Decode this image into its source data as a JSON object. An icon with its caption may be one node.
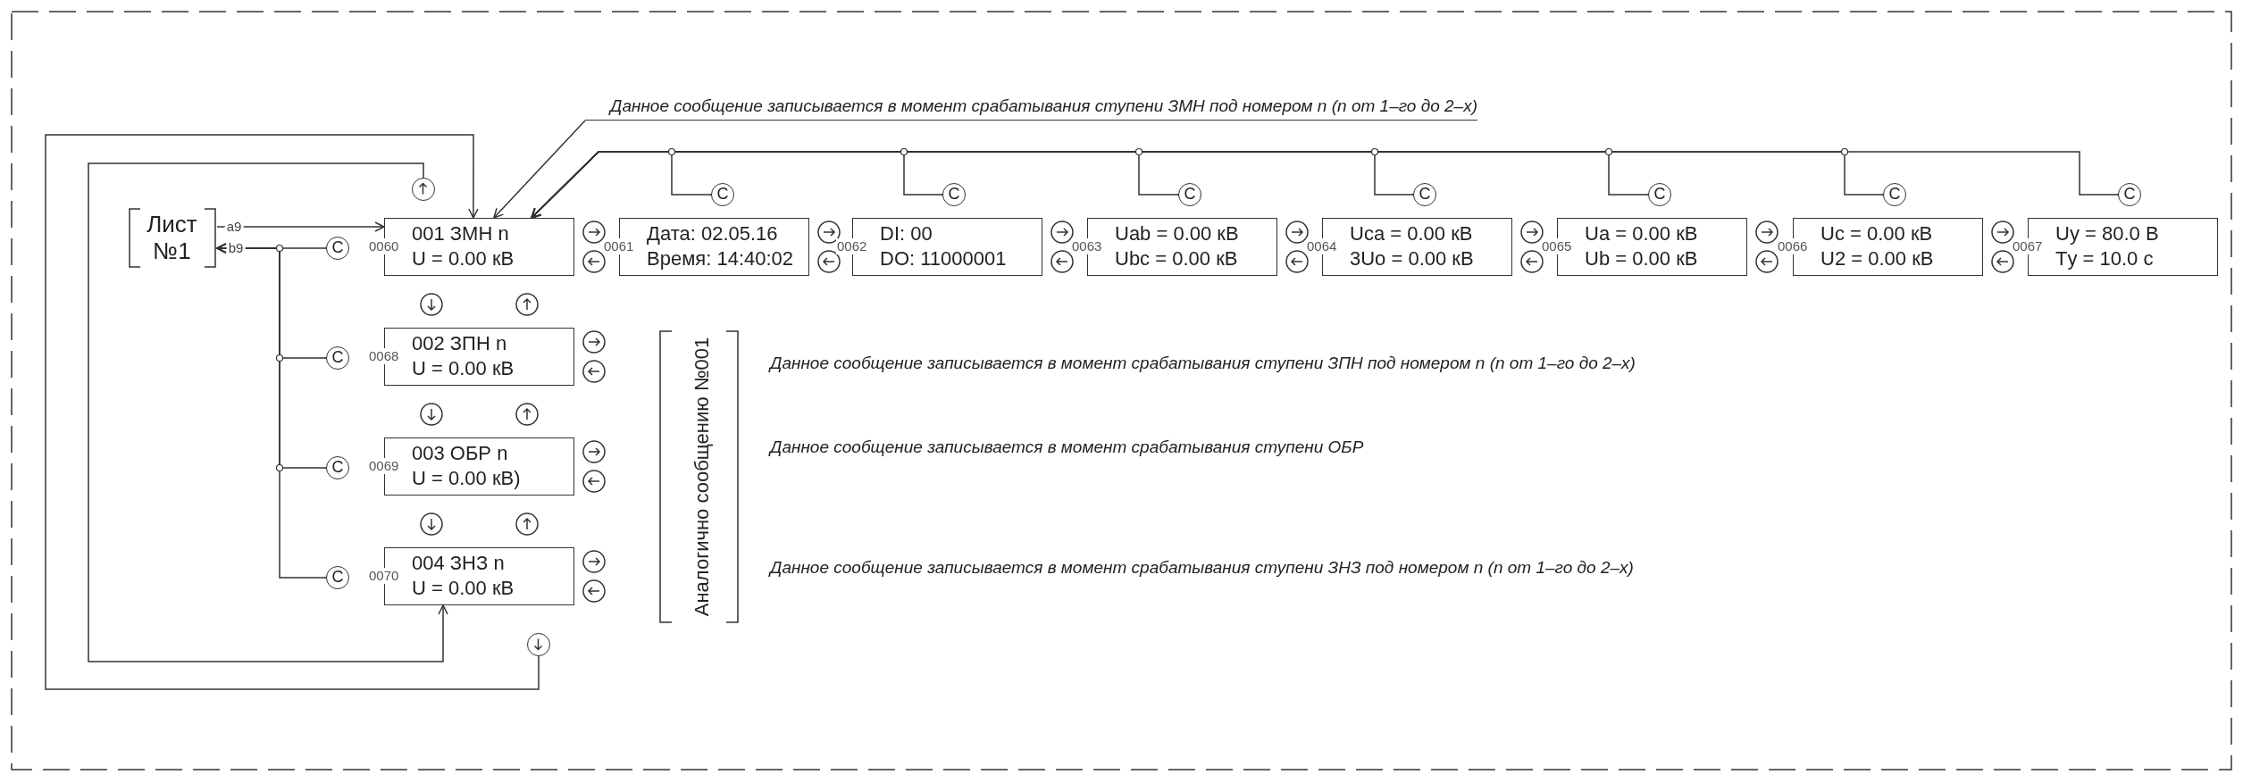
{
  "diagram": {
    "nodes": [
      {
        "text": [
          "Данное сообщение записывается в момент срабатывания ступени ЗМН под номером n (n от 1–го до 2–х)"
        ]
      },
      {
        "text": [],
        "shape": "circle"
      },
      {
        "text": [
          "C"
        ]
      },
      {
        "text": [
          "C"
        ]
      },
      {
        "text": [
          "C"
        ]
      },
      {
        "text": [
          "C"
        ]
      },
      {
        "text": [
          "C"
        ]
      },
      {
        "text": [
          "C"
        ]
      },
      {
        "text": [
          "C"
        ]
      },
      {
        "text": [
          "Лист №1"
        ]
      },
      {
        "text": [
          "C"
        ]
      },
      {
        "text": [
          "001 ЗМН n",
          "U = 0.00 кВ"
        ],
        "beside": [
          "0060"
        ]
      },
      {
        "text": [
          "Дата: 02.05.16",
          "Время: 14:40:02"
        ],
        "beside": [
          "0061"
        ]
      },
      {
        "text": [
          "DI: 00",
          "DO: 11000001"
        ],
        "beside": [
          "0062"
        ]
      },
      {
        "text": [
          "Uab = 0.00 кВ",
          "Ubc = 0.00 кВ"
        ],
        "beside": [
          "0063"
        ]
      },
      {
        "text": [
          "Uca = 0.00 кВ",
          "3Uo = 0.00 кВ"
        ],
        "beside": [
          "0064"
        ]
      },
      {
        "text": [
          "Ua = 0.00 кВ",
          "Ub = 0.00 кВ"
        ],
        "beside": [
          "0065"
        ]
      },
      {
        "text": [
          "Uc = 0.00 кВ",
          "U2 = 0.00 кВ"
        ],
        "beside": [
          "0066"
        ]
      },
      {
        "text": [
          "Uу = 80.0 В",
          "Tу = 10.0 с"
        ],
        "beside": [
          "0067"
        ]
      },
      {
        "text": [
          "C"
        ]
      },
      {
        "text": [
          "002 ЗПН n",
          "U = 0.00 кВ"
        ],
        "beside": [
          "0068"
        ]
      },
      {
        "text": [
          "C"
        ]
      },
      {
        "text": [
          "003 ОБР n",
          "U = 0.00 кВ)"
        ],
        "beside": [
          "0069"
        ]
      },
      {
        "text": [
          "C"
        ]
      },
      {
        "text": [
          "004 ЗНЗ n",
          "U = 0.00 кВ"
        ],
        "beside": [
          "0070"
        ]
      },
      {
        "text": [],
        "shape": "circle"
      }
    ],
    "edges": [
      {
        "from": 0,
        "to": 11,
        "arrow": "to"
      },
      {
        "from": 1,
        "to": 24,
        "arrow": "to"
      },
      {
        "from": 2,
        "to": 11,
        "arrow": "to"
      },
      {
        "from": 3,
        "to": 11,
        "arrow": "to"
      },
      {
        "from": 4,
        "to": 11,
        "arrow": "to"
      },
      {
        "from": 5,
        "to": 11,
        "arrow": "to"
      },
      {
        "from": 6,
        "to": 11,
        "arrow": "to"
      },
      {
        "from": 7,
        "to": 11,
        "arrow": "to"
      },
      {
        "from": 8,
        "to": 11,
        "arrow": "to"
      },
      {
        "from": 9,
        "to": 11,
        "arrow": "to",
        "label": "a9"
      },
      {
        "from": 10,
        "to": 9,
        "arrow": "to",
        "label": "b9"
      },
      {
        "from": 19,
        "to": 9,
        "arrow": "to"
      },
      {
        "from": 21,
        "to": 9,
        "arrow": "to"
      },
      {
        "from": 23,
        "to": 9,
        "arrow": "to"
      },
      {
        "from": 25,
        "to": 11,
        "arrow": "to"
      }
    ],
    "labels": [
      "Аналогично сообщению №001",
      "Данное сообщение записывается в момент срабатывания ступени ЗПН под номером n (n от 1–го до 2–х)",
      "Данное сообщение записывается в момент срабатывания ступени ОБР",
      "Данное сообщение записывается в момент срабатывания ступени ЗНЗ под номером n (n от 1–го до 2–х)"
    ]
  }
}
